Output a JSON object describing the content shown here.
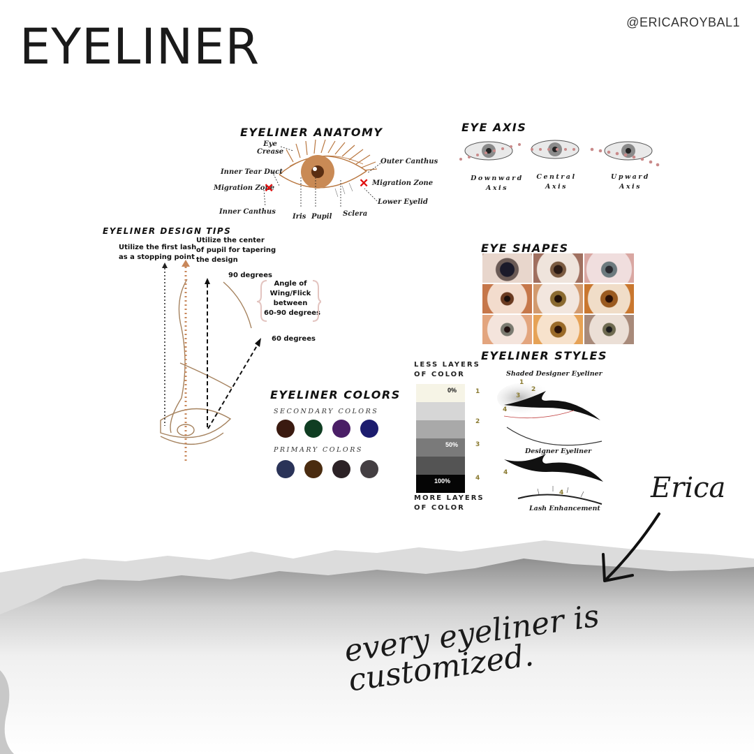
{
  "title": "EYELINER",
  "handle": "@ERICAROYBAL1",
  "anatomy": {
    "title": "EYELINER ANATOMY",
    "labels": {
      "eye_crease": "Eye\nCrease",
      "inner_tear_duct": "Inner Tear Duct",
      "migration_zone_left": "Migration Zone",
      "inner_canthus": "Inner Canthus",
      "iris": "Iris",
      "pupil": "Pupil",
      "sclera": "Sclera",
      "outer_canthus": "Outer Canthus",
      "migration_zone_right": "Migration Zone",
      "lower_eyelid": "Lower Eyelid"
    }
  },
  "axis": {
    "title": "EYE AXIS",
    "items": [
      "Downward\nAxis",
      "Central\nAxis",
      "Upward\nAxis"
    ],
    "dot_color": "#c98a8a"
  },
  "tips": {
    "title": "EYELINER DESIGN TIPS",
    "tip1": "Utilize the first lash\nas a stopping point",
    "tip2": "Utilize the center\nof pupil for tapering\nthe design",
    "deg90": "90 degrees",
    "angle": "Angle of\nWing/Flick\nbetween\n60-90 degrees",
    "deg60": "60 degrees",
    "line_color": "#c8875a"
  },
  "shapes": {
    "title": "EYE SHAPES"
  },
  "colors": {
    "title": "EYELINER COLORS",
    "secondary_label": "SECONDARY COLORS",
    "secondary": [
      "#3a1a10",
      "#0f3d22",
      "#4a1e66",
      "#1c1c6e"
    ],
    "primary_label": "PRIMARY COLORS",
    "primary": [
      "#2a3358",
      "#4a2c10",
      "#2c2226",
      "#443f42"
    ]
  },
  "layers": {
    "top_label": "LESS LAYERS\nOF COLOR",
    "bottom_label": "MORE LAYERS\nOF COLOR",
    "bands": [
      {
        "label": "0%",
        "color": "#f6f4e6"
      },
      {
        "label": "",
        "color": "#d6d6d6"
      },
      {
        "label": "",
        "color": "#a9a9a9"
      },
      {
        "label": "50%",
        "color": "#7a7a7a"
      },
      {
        "label": "",
        "color": "#545454"
      },
      {
        "label": "100%",
        "color": "#050505"
      }
    ],
    "numbers": [
      "1",
      "2",
      "3",
      "4"
    ]
  },
  "styles": {
    "title": "EYELINER STYLES",
    "shaded": "Shaded Designer Eyeliner",
    "designer": "Designer Eyeliner",
    "lash": "Lash Enhancement",
    "nums": [
      "1",
      "2",
      "3",
      "4",
      "4",
      "4"
    ]
  },
  "signature": "Erica",
  "tagline_line1": "every eyeliner is",
  "tagline_line2": "customized."
}
